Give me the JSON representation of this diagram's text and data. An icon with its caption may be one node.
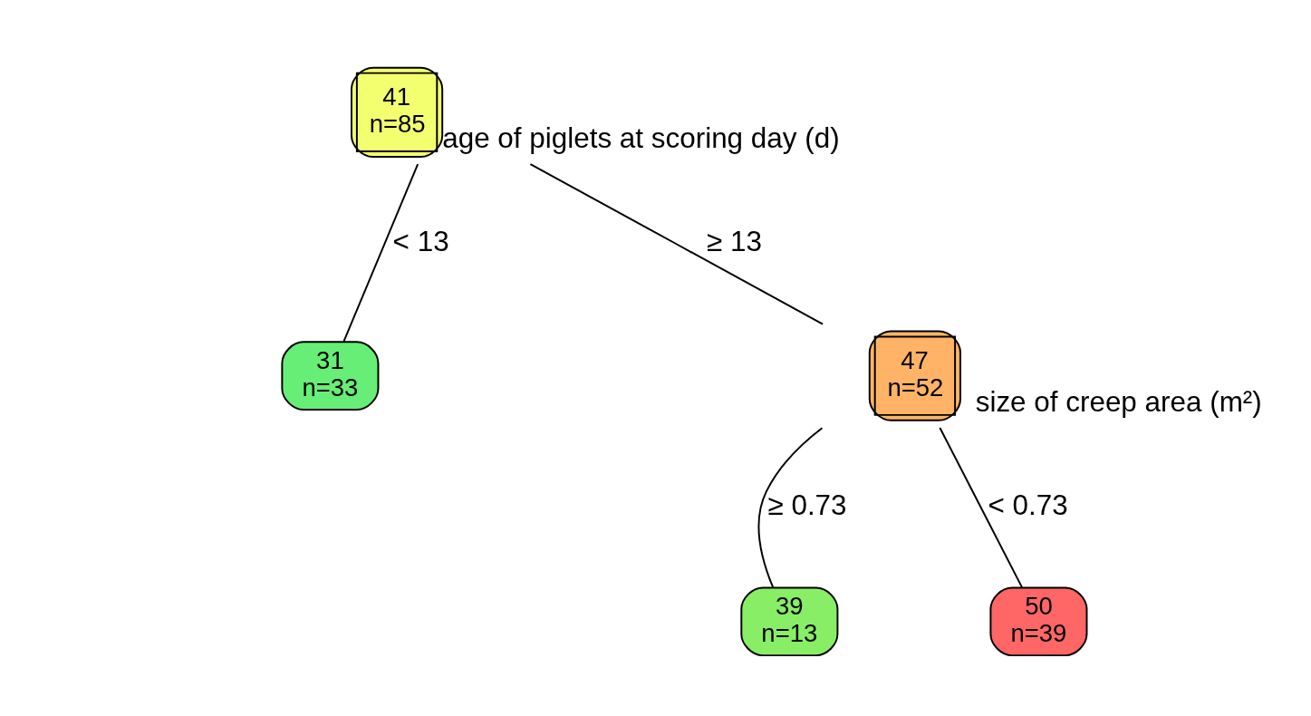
{
  "diagram": {
    "nodes": [
      {
        "text": [
          "41",
          "n=85"
        ],
        "beside": [
          "age of piglets at scoring day (d)"
        ]
      },
      {
        "text": [
          "31",
          "n=33"
        ]
      },
      {
        "text": [
          "47",
          "n=52"
        ],
        "beside": [
          "size of creep area (m²)"
        ]
      },
      {
        "text": [
          "39",
          "n=13"
        ]
      },
      {
        "text": [
          "50",
          "n=39"
        ]
      }
    ],
    "edges": [
      {
        "from": 0,
        "to": 1,
        "arrow": "none",
        "label": "< 13"
      },
      {
        "from": 0,
        "to": 2,
        "arrow": "none",
        "label": "≥ 13"
      },
      {
        "from": 2,
        "to": 3,
        "arrow": "none",
        "label": "≥ 0.73"
      },
      {
        "from": 2,
        "to": 4,
        "arrow": "none",
        "label": "< 0.73"
      }
    ]
  }
}
